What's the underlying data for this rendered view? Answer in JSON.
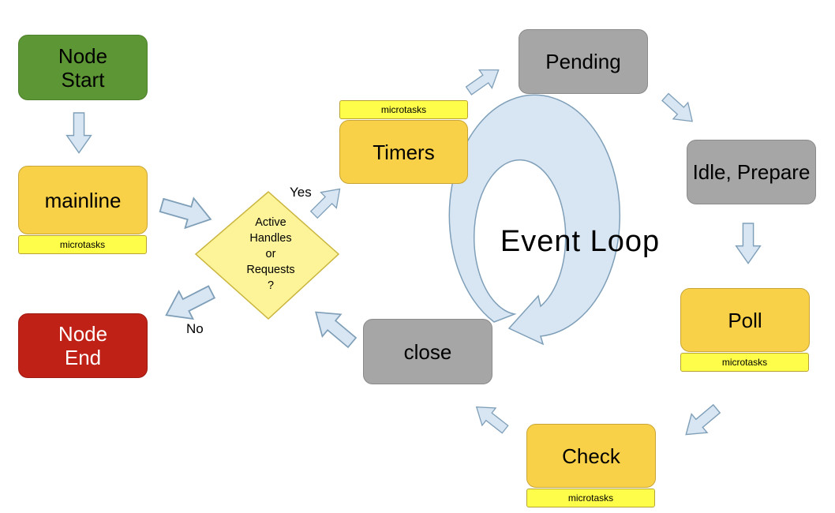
{
  "nodes": {
    "start": "Node\nStart",
    "mainline": "mainline",
    "end": "Node\nEnd",
    "timers": "Timers",
    "pending": "Pending",
    "idle_prepare": "Idle, Prepare",
    "poll": "Poll",
    "check": "Check",
    "close": "close"
  },
  "microtasks_label": "microtasks",
  "decision": "Active\nHandles\nor\nRequests\n?",
  "edge_labels": {
    "yes": "Yes",
    "no": "No"
  },
  "event_loop_label": "Event  Loop",
  "colors": {
    "start": "#5d9634",
    "phase_yellow": "#f8d148",
    "phase_gray": "#a6a6a6",
    "end": "#bf2116",
    "microtasks": "#fefe4a",
    "decision": "#fdf49a",
    "arrow_fill": "#d8e6f4",
    "arrow_stroke": "#7f9fb8"
  }
}
